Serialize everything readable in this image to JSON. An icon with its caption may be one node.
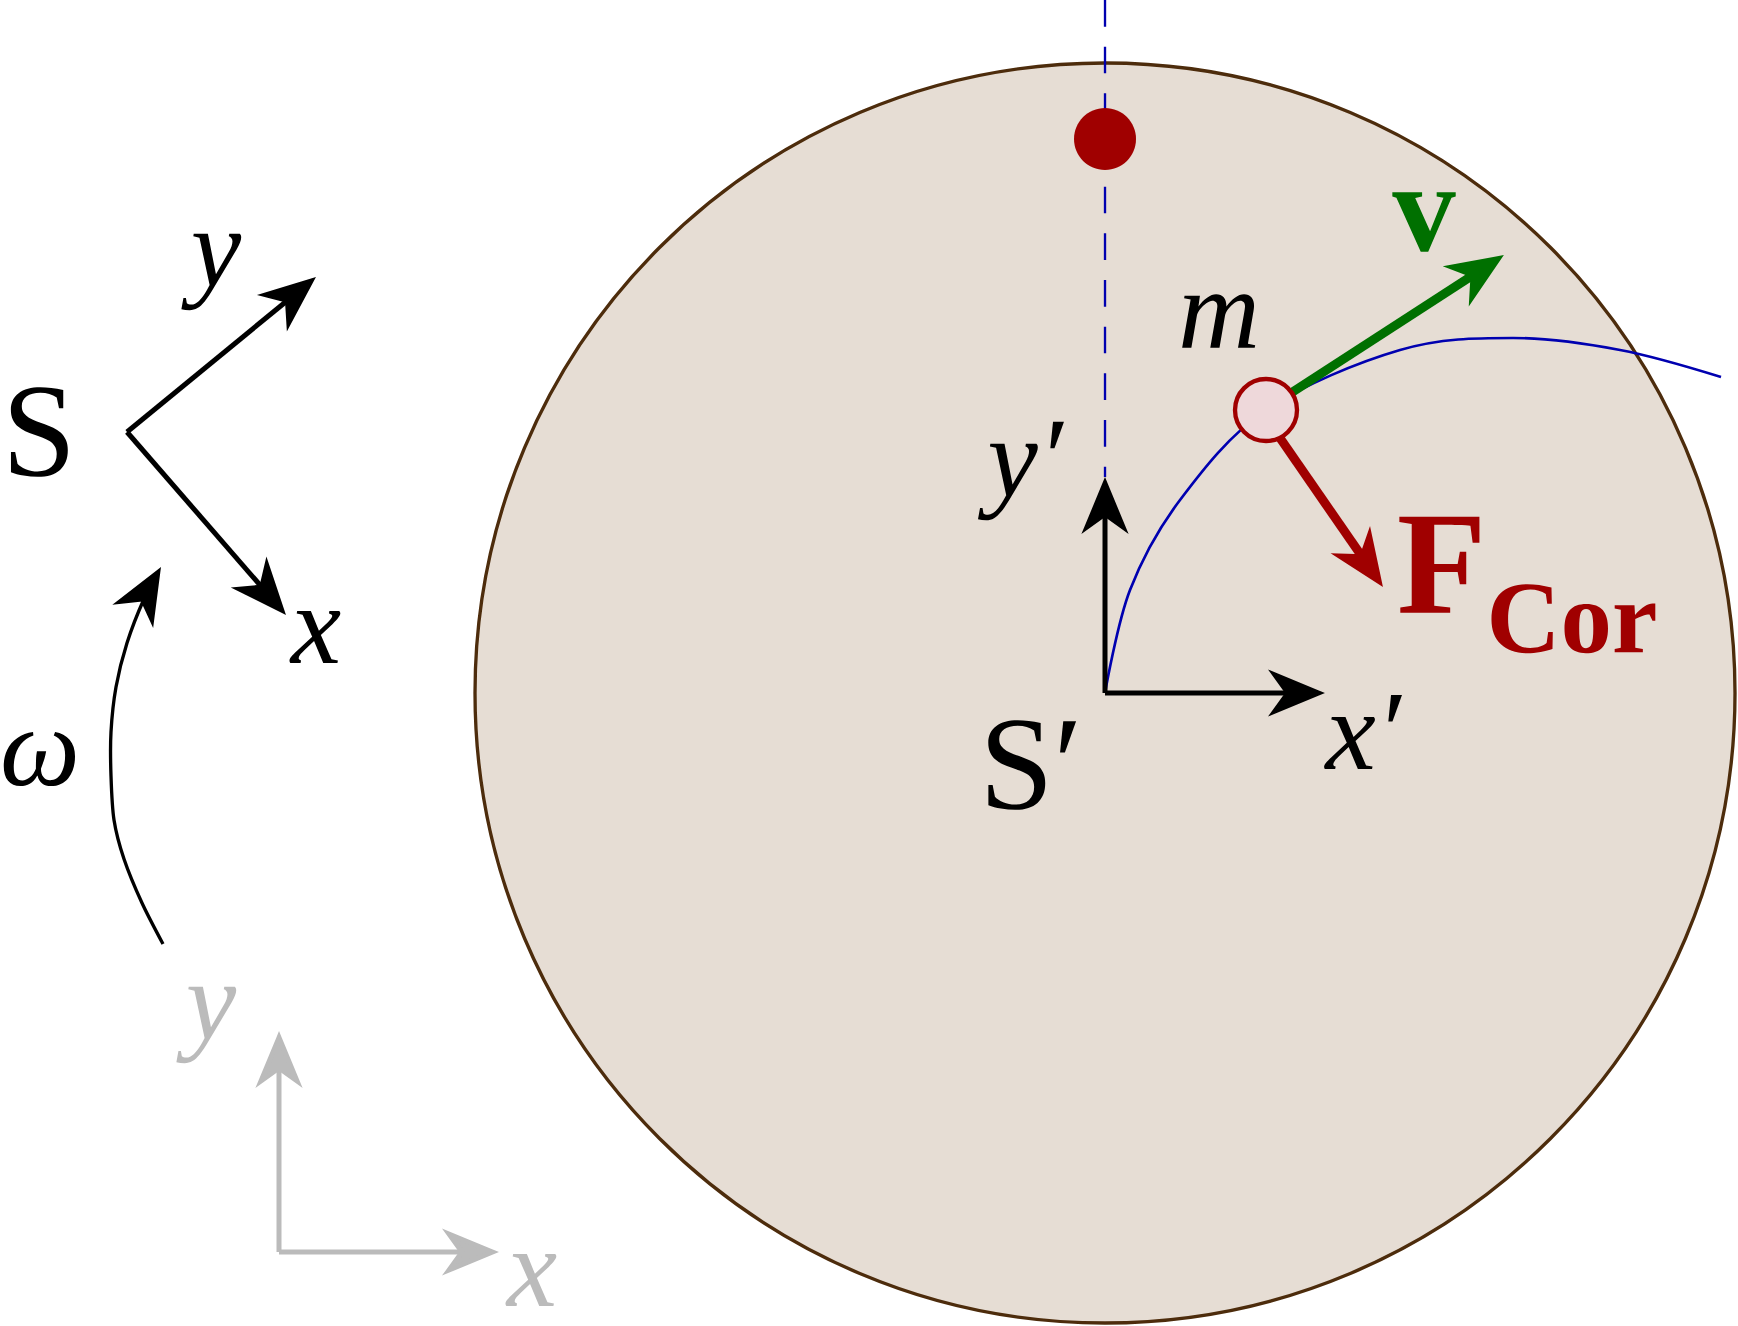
{
  "diagram": {
    "labels": [
      "y",
      "v",
      "m",
      "S",
      "y′",
      "x",
      "F$_{Cor}$",
      "ω",
      "x′",
      "S′",
      "y",
      "x"
    ]
  }
}
